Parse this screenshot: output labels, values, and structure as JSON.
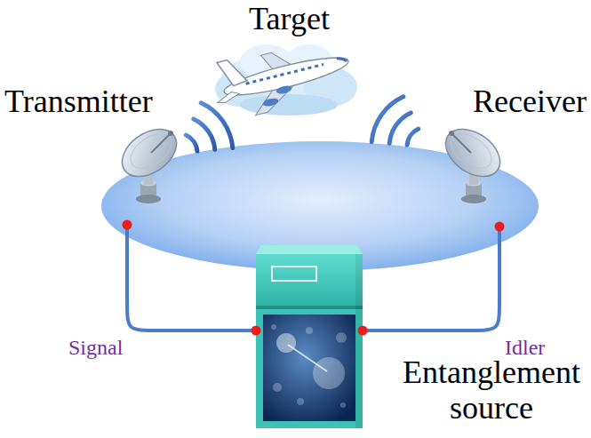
{
  "diagram": {
    "nodes": [
      {
        "text": [
          "Target"
        ]
      },
      {
        "text": [
          "Transmitter"
        ]
      },
      {
        "text": [
          "Receiver"
        ]
      },
      {
        "text": [
          "Entanglement source"
        ]
      }
    ],
    "edges": [
      {
        "from": 3,
        "to": 1,
        "label": "Signal",
        "arrow": "none"
      },
      {
        "from": 3,
        "to": 2,
        "label": "Idler",
        "arrow": "none"
      }
    ]
  }
}
